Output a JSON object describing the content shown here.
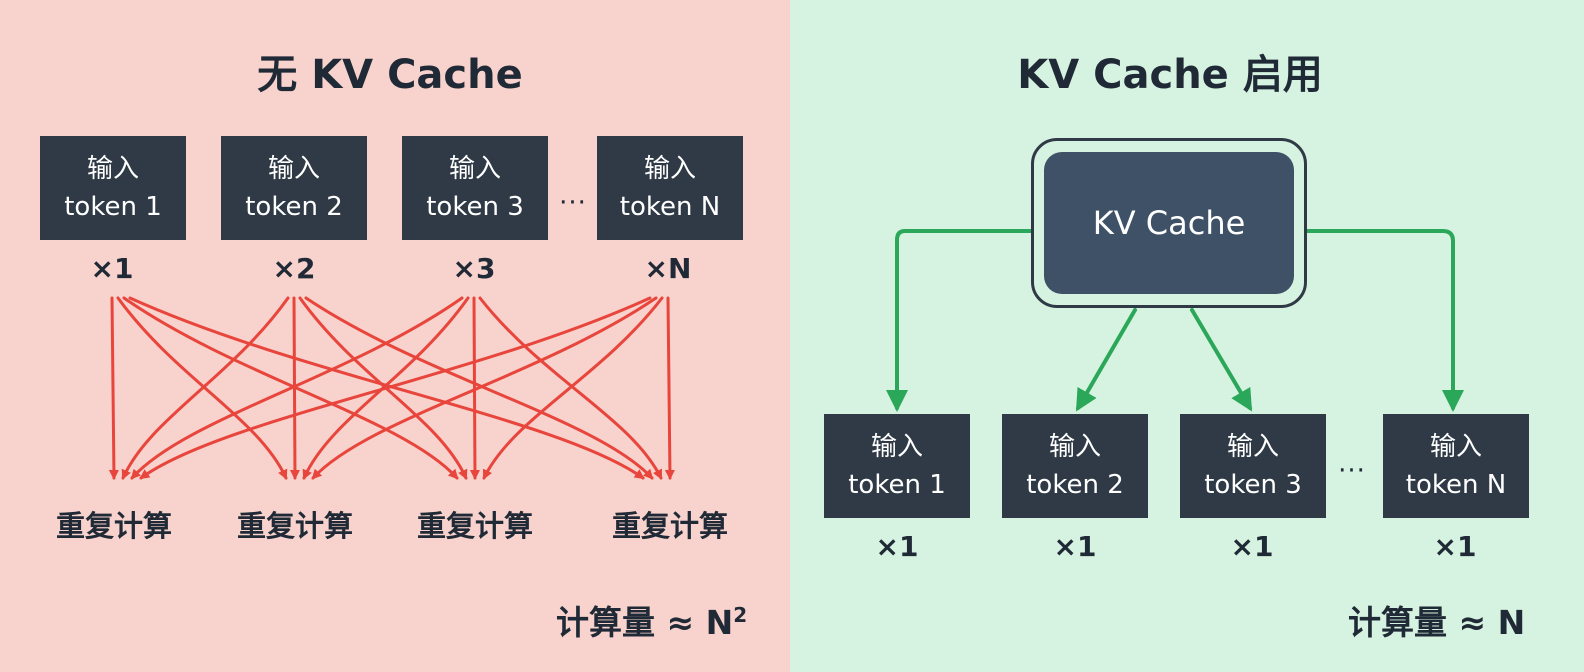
{
  "left": {
    "title": "无 KV Cache",
    "tokens": [
      {
        "line1": "输入",
        "line2": "token 1",
        "mult": "×1"
      },
      {
        "line1": "输入",
        "line2": "token 2",
        "mult": "×2"
      },
      {
        "line1": "输入",
        "line2": "token 3",
        "mult": "×3"
      },
      {
        "line1": "输入",
        "line2": "token N",
        "mult": "×N"
      }
    ],
    "ellipsis": "···",
    "recompute_labels": [
      "重复计算",
      "重复计算",
      "重复计算",
      "重复计算"
    ],
    "cost_label": "计算量 ≈ N",
    "cost_exponent": "2",
    "arrow_color": "#e8453c"
  },
  "right": {
    "title": "KV Cache 启用",
    "cache_label": "KV Cache",
    "tokens": [
      {
        "line1": "输入",
        "line2": "token 1",
        "mult": "×1"
      },
      {
        "line1": "输入",
        "line2": "token 2",
        "mult": "×1"
      },
      {
        "line1": "输入",
        "line2": "token 3",
        "mult": "×1"
      },
      {
        "line1": "输入",
        "line2": "token N",
        "mult": "×1"
      }
    ],
    "ellipsis": "···",
    "cost_label": "计算量 ≈ N",
    "arrow_color": "#2aa758"
  }
}
